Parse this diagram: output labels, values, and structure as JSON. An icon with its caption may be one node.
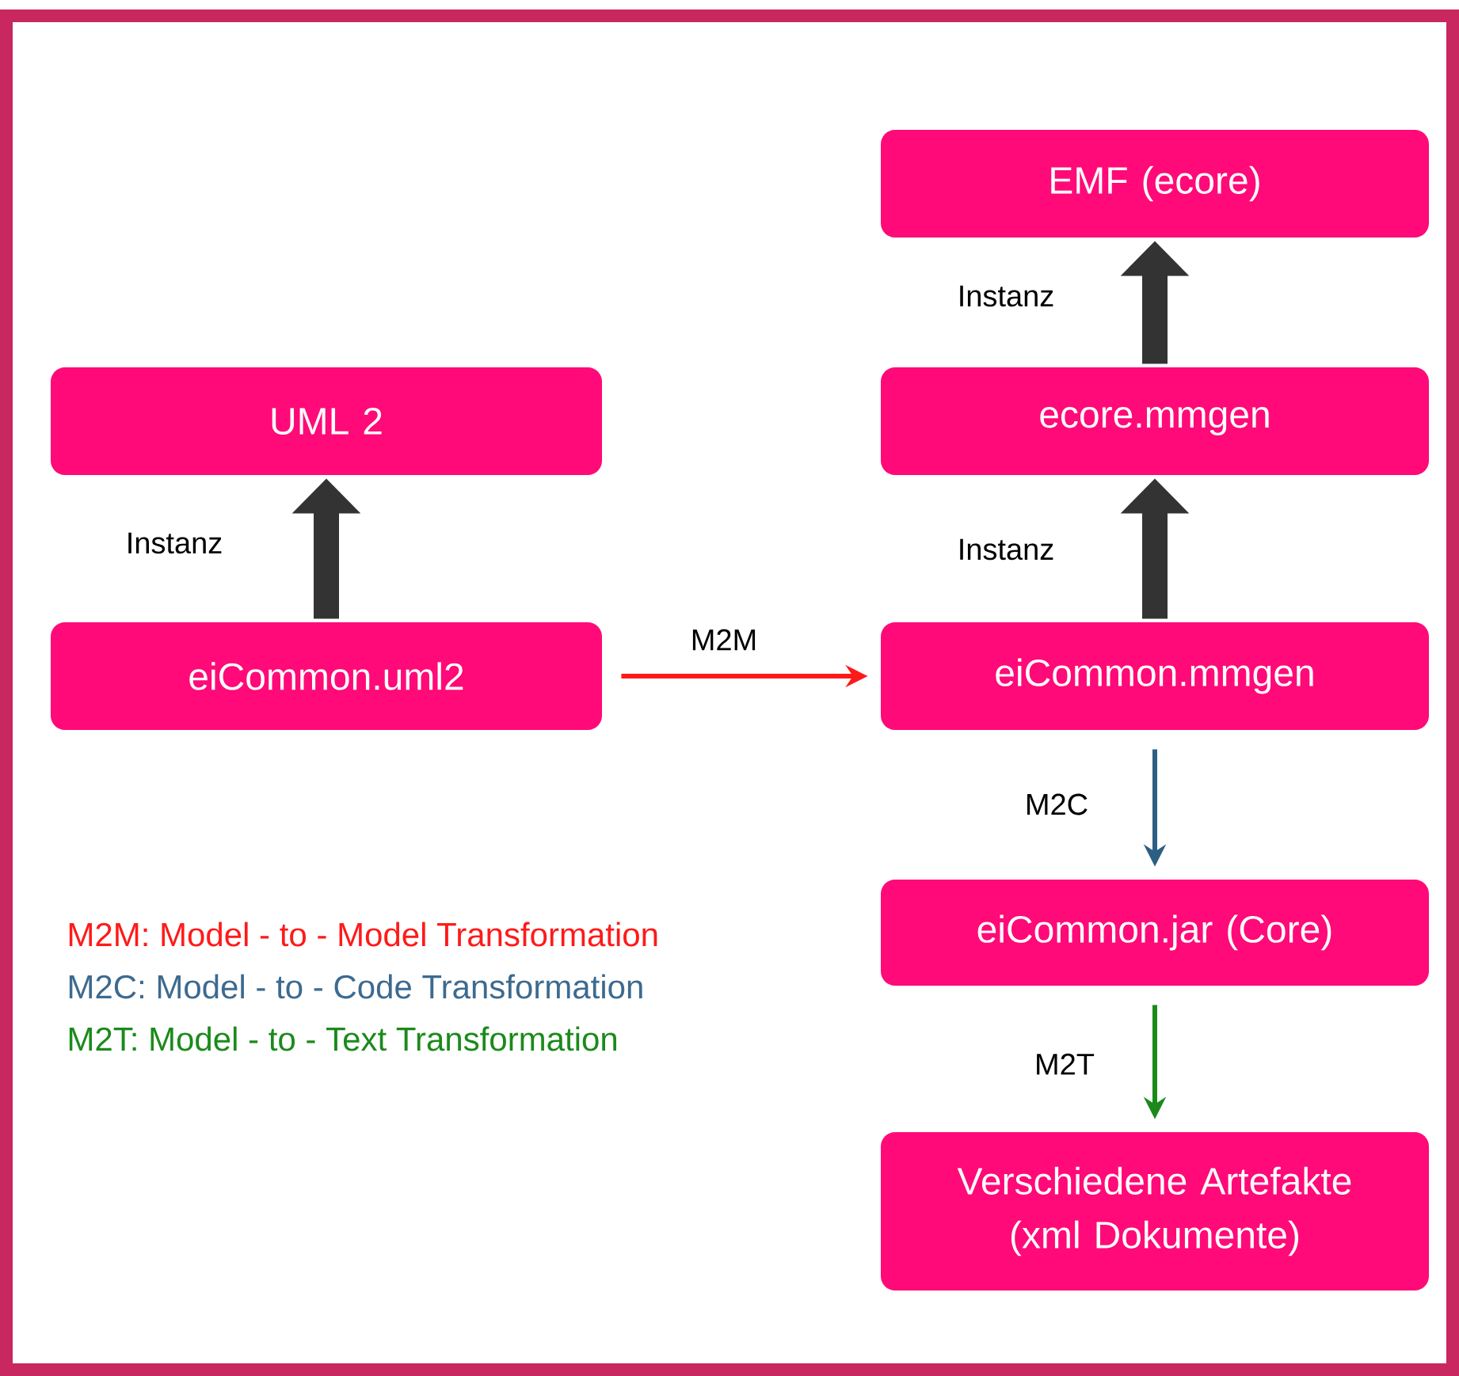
{
  "diagram": {
    "nodes": [
      {
        "text": [
          "UML 2"
        ]
      },
      {
        "text": [
          "eiCommon.uml2"
        ]
      },
      {
        "text": [
          "EMF (ecore)"
        ]
      },
      {
        "text": [
          "ecore.mmgen"
        ]
      },
      {
        "text": [
          "eiCommon.mmgen"
        ]
      },
      {
        "text": [
          "eiCommon.jar (Core)"
        ]
      },
      {
        "text": [
          "Verschiedene Artefakte (xml Dokumente)"
        ]
      }
    ],
    "edges": [
      {
        "from": 1,
        "to": 0,
        "arrow": "to",
        "label": "Instanz",
        "style": "thick",
        "color": "#333333"
      },
      {
        "from": 3,
        "to": 2,
        "arrow": "to",
        "label": "Instanz",
        "style": "thick",
        "color": "#333333"
      },
      {
        "from": 4,
        "to": 3,
        "arrow": "to",
        "label": "Instanz",
        "style": "thick",
        "color": "#333333"
      },
      {
        "from": 1,
        "to": 4,
        "arrow": "to",
        "label": "M2M",
        "color": "#ff1a1a"
      },
      {
        "from": 4,
        "to": 5,
        "arrow": "to",
        "label": "M2C",
        "color": "#2d5f85"
      },
      {
        "from": 5,
        "to": 6,
        "arrow": "to",
        "label": "M2T",
        "color": "#1b8a1b"
      }
    ],
    "legend": [
      {
        "text": "M2M: Model - to - Model Transformation",
        "color": "#ff1a1a"
      },
      {
        "text": "M2C: Model - to - Code Transformation",
        "color": "#3d6a8f"
      },
      {
        "text": "M2T: Model - to - Text Transformation",
        "color": "#1b8a1b"
      }
    ]
  }
}
